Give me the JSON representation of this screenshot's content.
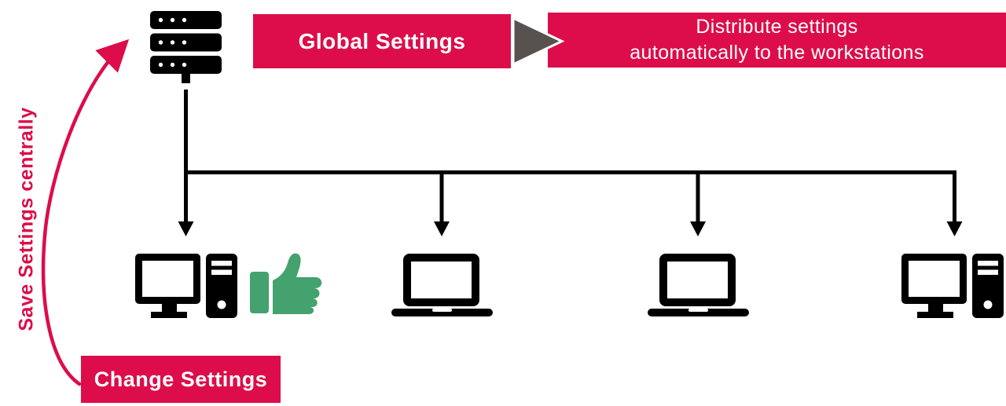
{
  "palette": {
    "crimson": "#DC0D4A",
    "arrow_gray": "#575250",
    "thumb_green": "#43A26D",
    "line_black": "#000000",
    "text_white": "#FFFFFF"
  },
  "labels": {
    "global_settings": "Global Settings",
    "distribute_line1": "Distribute settings",
    "distribute_line2": "automatically to the workstations",
    "change_settings": "Change Settings",
    "save_settings_vertical": "Save Settings centrally"
  },
  "icons": {
    "server": "server-rack-icon",
    "workstation_1": "desktop-computer-icon",
    "approval": "thumbs-up-icon",
    "workstation_2": "laptop-icon",
    "workstation_3": "laptop-icon",
    "workstation_4": "desktop-computer-icon"
  }
}
